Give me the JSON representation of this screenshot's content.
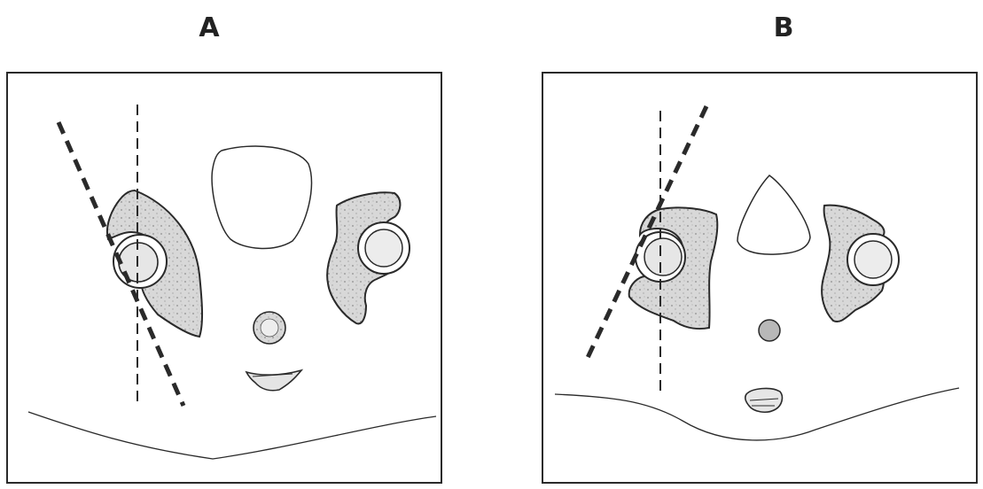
{
  "figure": {
    "panels": [
      {
        "id": "A",
        "label": "A"
      },
      {
        "id": "B",
        "label": "B"
      }
    ]
  },
  "colors": {
    "ink": "#2a2a2a",
    "bone_fill": "#d6d6d6",
    "bone_speckle": "#9a9a9a",
    "background": "#ffffff"
  }
}
